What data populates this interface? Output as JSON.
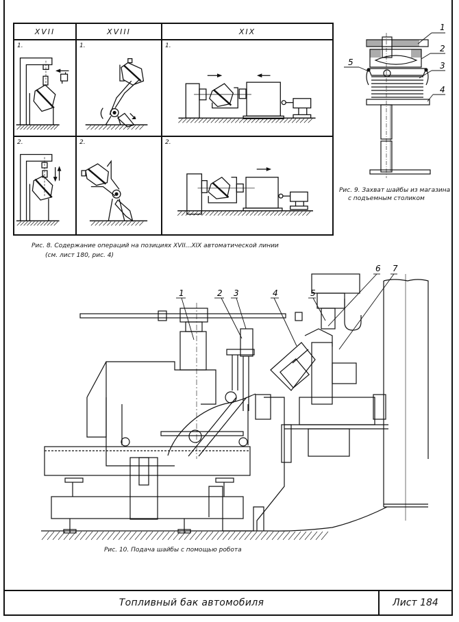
{
  "figure8": {
    "columns": [
      {
        "header": "XVII",
        "steps": [
          "1.",
          "2."
        ]
      },
      {
        "header": "XVIII",
        "steps": [
          "1.",
          "2."
        ]
      },
      {
        "header": "XIX",
        "steps": [
          "1.",
          "2."
        ]
      }
    ],
    "caption_line1": "Рис. 8. Содержание операций на позициях XVII...XIX автоматической линии",
    "caption_line2": "(см. лист 180, рис. 4)"
  },
  "figure9": {
    "caption_line1": "Рис. 9. Захват шайбы из магазина",
    "caption_line2": "с подъемным столиком",
    "callouts": [
      "1",
      "2",
      "3",
      "4",
      "5"
    ]
  },
  "figure10": {
    "caption": "Рис. 10. Подача шайбы с помощью робота",
    "callouts": [
      "1",
      "2",
      "3",
      "4",
      "5",
      "6",
      "7"
    ]
  },
  "title_block": {
    "title": "Топливный бак автомобиля",
    "sheet": "Лист 184"
  }
}
